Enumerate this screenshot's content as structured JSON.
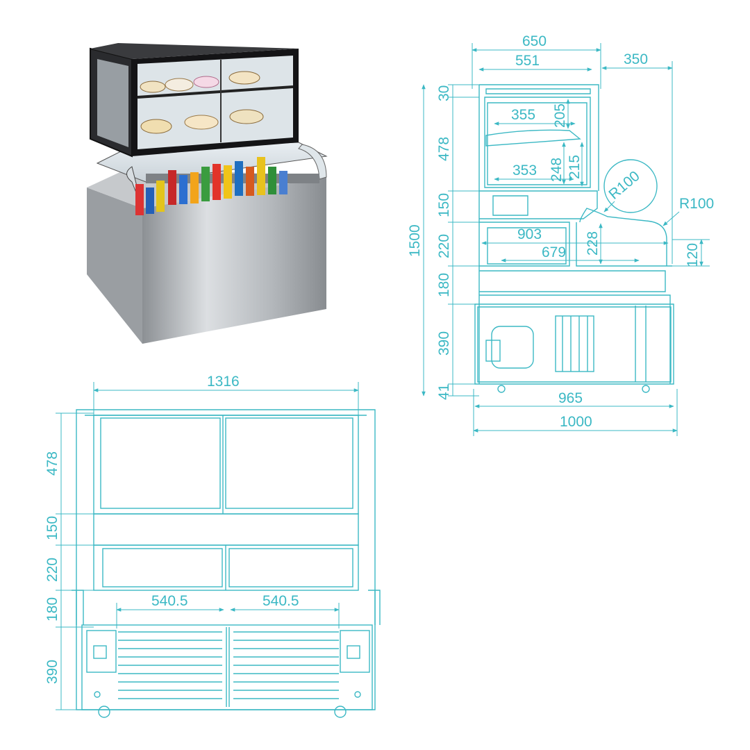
{
  "colors": {
    "line": "#3bb8c4",
    "steel": "#b9bcbf",
    "frame": "#1d1d1f"
  },
  "side_view": {
    "top_dims": [
      "650",
      "551",
      "350"
    ],
    "left_heights": [
      "30",
      "478",
      "150",
      "220",
      "180",
      "390",
      "41"
    ],
    "total_height": "1500",
    "upper_shelf_depth": "355",
    "upper_shelf_height": "205",
    "lower_shelf_depth": "353",
    "lower_shelf_height": "248",
    "shelf_gap": "215",
    "radius_circle": "R100",
    "radius_callout": "R100",
    "middle_depth": "903",
    "middle_inner_depth": "679",
    "middle_height": "228",
    "right_height": "120",
    "base_depth": "965",
    "overall_depth": "1000"
  },
  "front_view": {
    "width": "1316",
    "heights": [
      "478",
      "150",
      "220",
      "180",
      "390"
    ],
    "half_widths": [
      "540.5",
      "540.5"
    ]
  }
}
